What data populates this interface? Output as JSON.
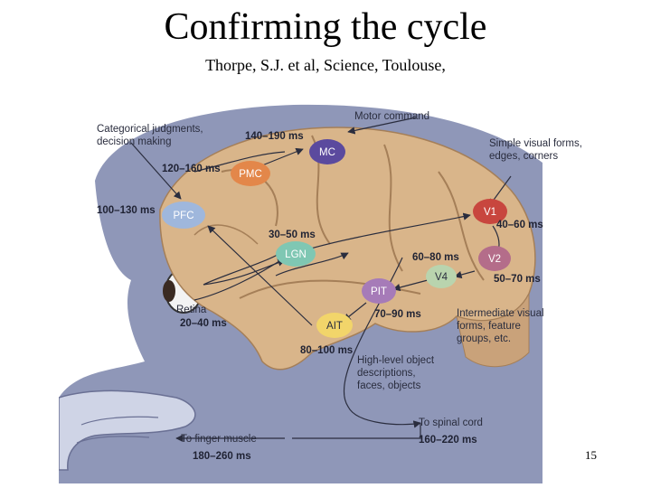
{
  "slide": {
    "title": "Confirming the cycle",
    "subtitle": "Thorpe, S.J. et al, Science, Toulouse,",
    "page_number": "15"
  },
  "diagram": {
    "nodes": {
      "mc": "MC",
      "pmc": "PMC",
      "pfc": "PFC",
      "lgn": "LGN",
      "v1": "V1",
      "v2": "V2",
      "v4": "V4",
      "pit": "PIT",
      "ait": "AIT"
    },
    "labels": {
      "categorical_1": "Categorical judgments,",
      "categorical_2": "decision making",
      "motor_command": "Motor command",
      "simple_1": "Simple visual forms,",
      "simple_2": "edges, corners",
      "intermediate_1": "Intermediate visual",
      "intermediate_2": "forms, feature",
      "intermediate_3": "groups, etc.",
      "highlevel_1": "High-level object",
      "highlevel_2": "descriptions,",
      "highlevel_3": "faces, objects",
      "retina": "Retina",
      "spinal": "To spinal cord",
      "finger": "To finger muscle"
    },
    "timings": {
      "mc": "140–190 ms",
      "pmc": "120–160 ms",
      "pfc": "100–130 ms",
      "lgn": "30–50 ms",
      "v1": "40–60 ms",
      "v2": "50–70 ms",
      "v4": "60–80 ms",
      "pit": "70–90 ms",
      "ait": "80–100 ms",
      "retina": "20–40 ms",
      "spinal": "160–220 ms",
      "finger": "180–260 ms"
    },
    "colors": {
      "mc": "#5b4a9e",
      "pmc": "#e3874a",
      "pfc": "#9fb7dc",
      "lgn": "#7fc7b3",
      "v1": "#c8463e",
      "v2": "#b46d8a",
      "v4": "#b9d4ae",
      "pit": "#a67bb8",
      "ait": "#f2d56a",
      "head": "#8f97b8",
      "brain": "#d9b58a"
    }
  }
}
